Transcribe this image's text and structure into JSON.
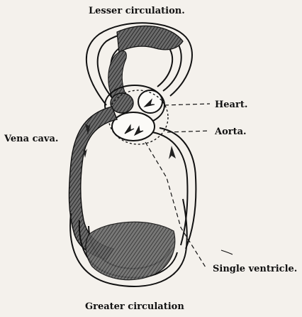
{
  "labels": {
    "lesser_circulation": "Lesser circulation.",
    "heart": "Heart.",
    "aorta": "Aorta.",
    "vena_cava": "Vena cava.",
    "single_ventricle": "Single ventricle.",
    "greater_circulation": "Greater circulation"
  },
  "colors": {
    "paper": "#f4f1ec",
    "ink": "#111111",
    "shade": "#3a3a3a"
  }
}
